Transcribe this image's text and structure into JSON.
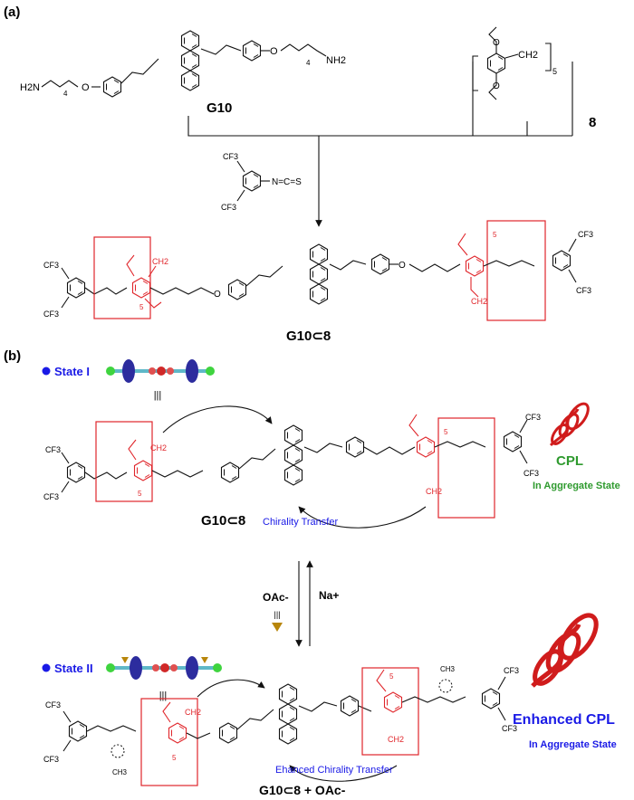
{
  "panel_a": {
    "label": "(a)",
    "guest_name": "G10",
    "host_name": "8",
    "host_ch2": "CH2",
    "host_count": "5",
    "amine_left": "H2N",
    "amine_right": "NH2",
    "chain_index": "4",
    "oxygen": "O",
    "reagent_cf3": "CF3",
    "reagent_ncs": "N=C=S",
    "product_name": "G10⊂8",
    "product_count": "5",
    "product_ch2": "CH2"
  },
  "panel_b": {
    "label": "(b)",
    "state1_label": "State I",
    "equiv": "|||",
    "product1_name": "G10⊂8",
    "chirality_transfer": "Chirality Transfer",
    "cpl_label": "CPL",
    "cpl_sub": "In Aggregate State",
    "anion_label": "OAc-",
    "cation_label": "Na+",
    "state2_label": "State II",
    "enhanced_transfer": "Ehanced Chirality Transfer",
    "product2_name": "G10⊂8 + OAc-",
    "enhanced_cpl_label": "Enhanced CPL",
    "enhanced_cpl_sub": "In Aggregate State",
    "count": "5",
    "ch2": "CH2",
    "acetate_ch3": "CH3"
  },
  "colors": {
    "red": "#e0262b",
    "blue": "#1a1ae6",
    "green": "#2e9a2e",
    "gold": "#b8860b"
  }
}
